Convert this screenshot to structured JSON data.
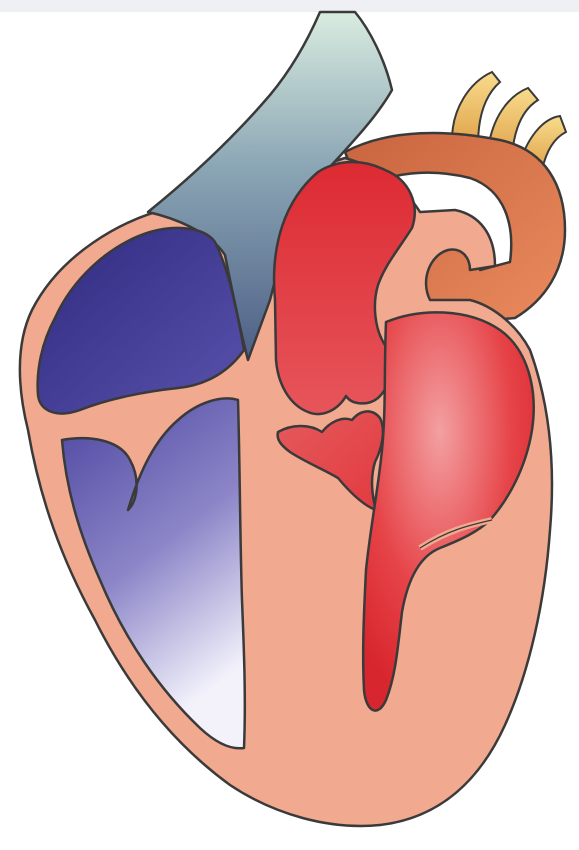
{
  "colors": {
    "top_bar": "#eef0f3",
    "background": "#ffffff",
    "heart_wall": "#f1a98f",
    "outline": "#3a3a3a",
    "vena_cava_top": "#d9ece0",
    "vena_cava_bottom": "#4d5f86",
    "aorta": "#e07a52",
    "aorta_branches": "#f2c766",
    "right_atrium": "#3b3489",
    "right_ventricle_top": "#4b44a0",
    "right_ventricle_bottom": "#ecebf8",
    "left_side_red": "#e0323a",
    "left_ventricle_light": "#f08a8a"
  },
  "regions": [
    {
      "name": "superior-vena-cava"
    },
    {
      "name": "aorta"
    },
    {
      "name": "aortic-branches"
    },
    {
      "name": "right-atrium"
    },
    {
      "name": "right-ventricle"
    },
    {
      "name": "pulmonary-artery"
    },
    {
      "name": "left-atrium"
    },
    {
      "name": "left-ventricle"
    }
  ]
}
